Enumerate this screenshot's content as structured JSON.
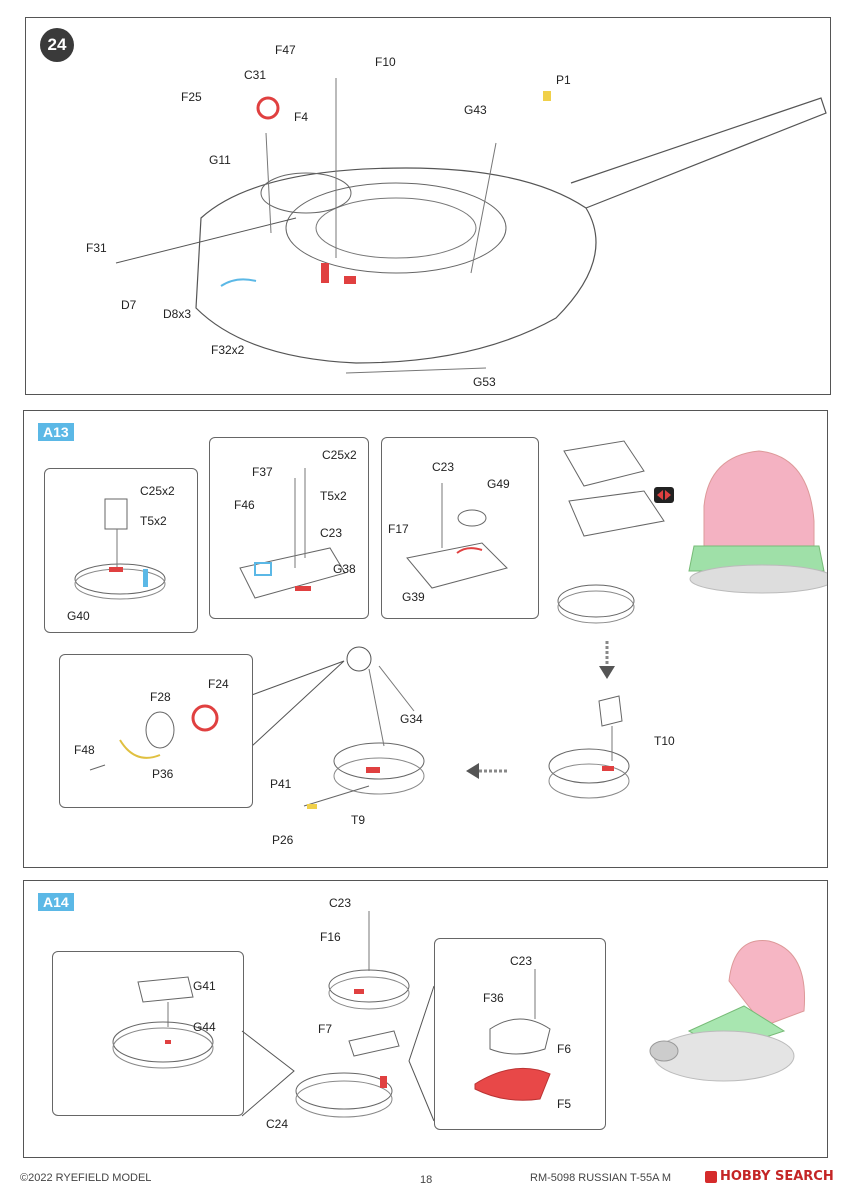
{
  "step24": {
    "badge": "24",
    "labels": [
      "F47",
      "F10",
      "C31",
      "F25",
      "F4",
      "P1",
      "G43",
      "G11",
      "F31",
      "D7",
      "D8x3",
      "F32x2",
      "G53"
    ]
  },
  "a13": {
    "tag": "A13",
    "box1": [
      "C25x2",
      "T5x2",
      "G40"
    ],
    "box2": [
      "F37",
      "C25x2",
      "T5x2",
      "F46",
      "C23",
      "G38"
    ],
    "box3": [
      "C23",
      "G49",
      "F17",
      "G39"
    ],
    "box4": [
      "F28",
      "F24",
      "F48",
      "P36"
    ],
    "main": [
      "G34",
      "T10",
      "P41",
      "T9",
      "P26"
    ]
  },
  "a14": {
    "tag": "A14",
    "box1": [
      "G41",
      "G44"
    ],
    "box2": [
      "C23",
      "F36",
      "F6",
      "F5"
    ],
    "main": [
      "C23",
      "F16",
      "F7",
      "C24"
    ]
  },
  "footer": {
    "copyright": "©2022 RYEFIELD MODEL",
    "page": "18",
    "product": "RM-5098 RUSSIAN T-55A M",
    "logo_text": "HOBBY SEARCH"
  }
}
